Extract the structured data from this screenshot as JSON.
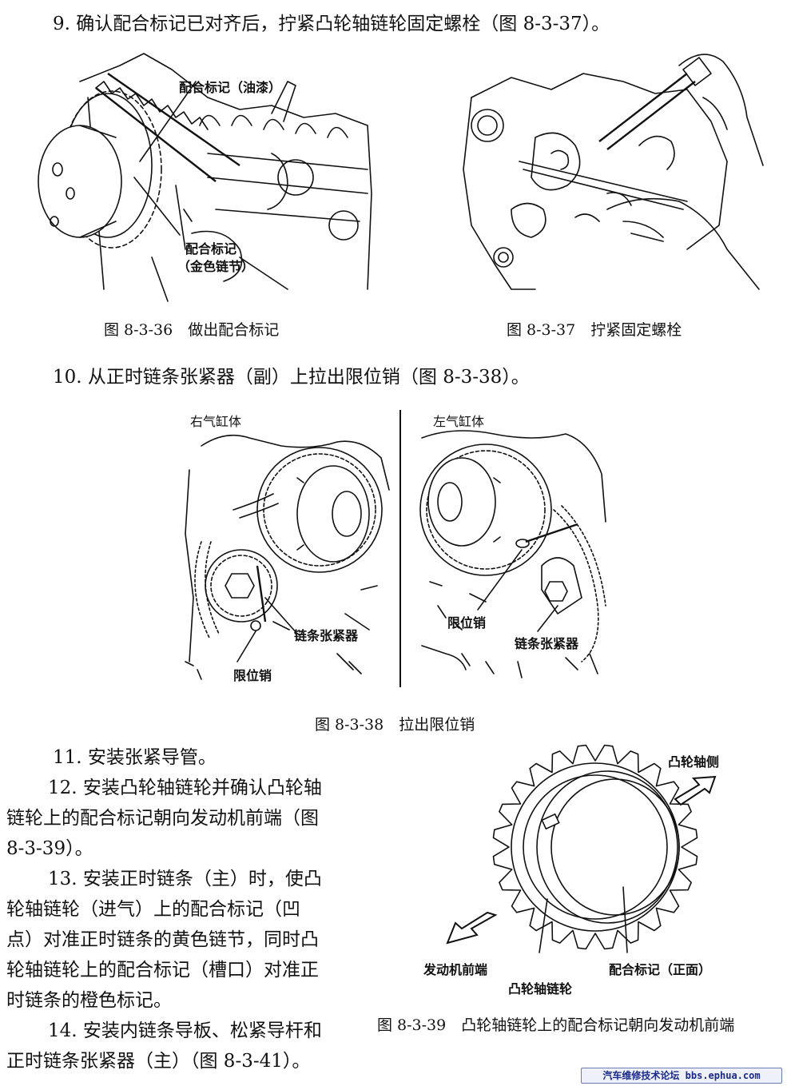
{
  "step9": "9. 确认配合标记已对齐后，拧紧凸轮轴链轮固定螺栓（图 8-3-37）。",
  "fig36": {
    "label_paint": "配合标记（油漆）",
    "label_mark": "配合标记",
    "label_gold": "（金色链节）",
    "caption": "图 8-3-36　做出配合标记"
  },
  "fig37": {
    "caption": "图 8-3-37　拧紧固定螺栓"
  },
  "step10": "10. 从正时链条张紧器（副）上拉出限位销（图 8-3-38）。",
  "fig38": {
    "right_bank": "右气缸体",
    "left_bank": "左气缸体",
    "tensioner_r": "链条张紧器",
    "pin_r": "限位销",
    "pin_l": "限位销",
    "tensioner_l": "链条张紧器",
    "caption": "图 8-3-38　拉出限位销"
  },
  "step11": "11. 安装张紧导管。",
  "step12": [
    "12. 安装凸轮轴链轮并确认凸轮轴",
    "链轮上的配合标记朝向发动机前端（图",
    "8-3-39）。"
  ],
  "step13": [
    "13. 安装正时链条（主）时，使凸",
    "轮轴链轮（进气）上的配合标记（凹",
    "点）对准正时链条的黄色链节，同时凸",
    "轮轴链轮上的配合标记（槽口）对准正",
    "时链条的橙色标记。"
  ],
  "step14": [
    "14. 安装内链条导板、松紧导杆和",
    "正时链条张紧器（主）（图 8-3-41）。"
  ],
  "fig39": {
    "camshaft_side": "凸轮轴侧",
    "engine_front": "发动机前端",
    "sprocket": "凸轮轴链轮",
    "mark_front": "配合标记（正面）",
    "caption": "图 8-3-39　凸轮轴链轮上的配合标记朝向发动机前端"
  },
  "footer": "汽车维修技术论坛 bbs.ephua.com"
}
